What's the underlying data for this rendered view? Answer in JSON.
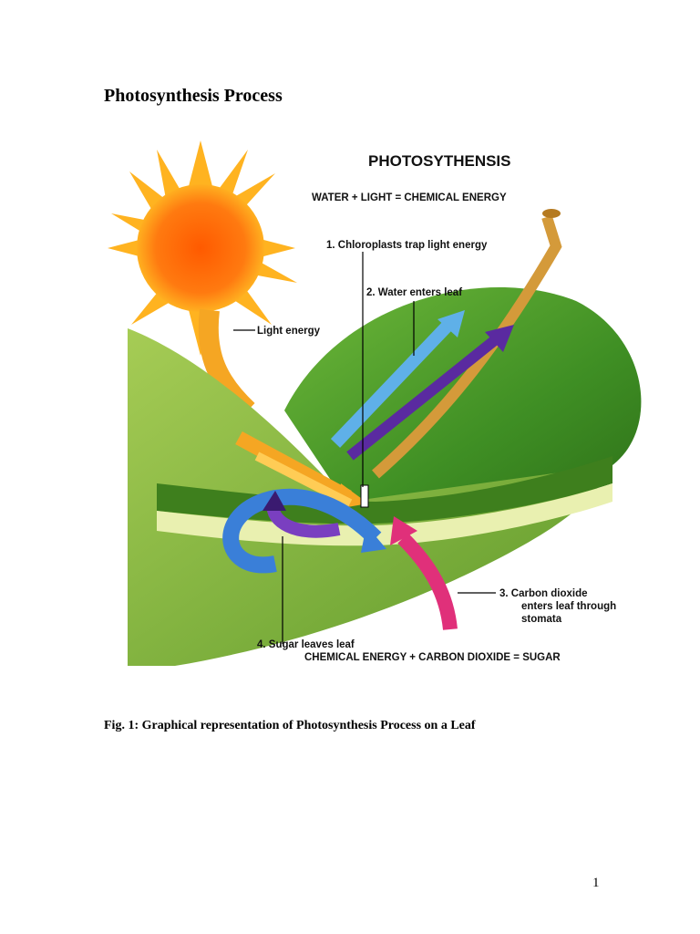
{
  "page": {
    "title": "Photosynthesis Process",
    "caption": "Fig. 1: Graphical representation of Photosynthesis Process on a Leaf",
    "page_number": "1"
  },
  "figure": {
    "heading": "PHOTOSYTHENSIS",
    "equation_top": "WATER + LIGHT = CHEMICAL ENERGY",
    "label_light": "Light energy",
    "label_1": "1.  Chloroplasts trap light energy",
    "label_2": "2.  Water enters leaf",
    "label_3_line1": "3.   Carbon dioxide",
    "label_3_line2": "enters leaf through",
    "label_3_line3": "stomata",
    "label_4": "4.  Sugar leaves leaf",
    "equation_bottom": "CHEMICAL ENERGY + CARBON DIOXIDE = SUGAR",
    "colors": {
      "sun": "#ff6a00",
      "leaf": "#4f9a2a",
      "water_arrow": "#5fb0e8",
      "carbon_arrow": "#e0307a",
      "sugar_arrow": "#5a2aa0",
      "light_arrow": "#f5a623"
    }
  }
}
